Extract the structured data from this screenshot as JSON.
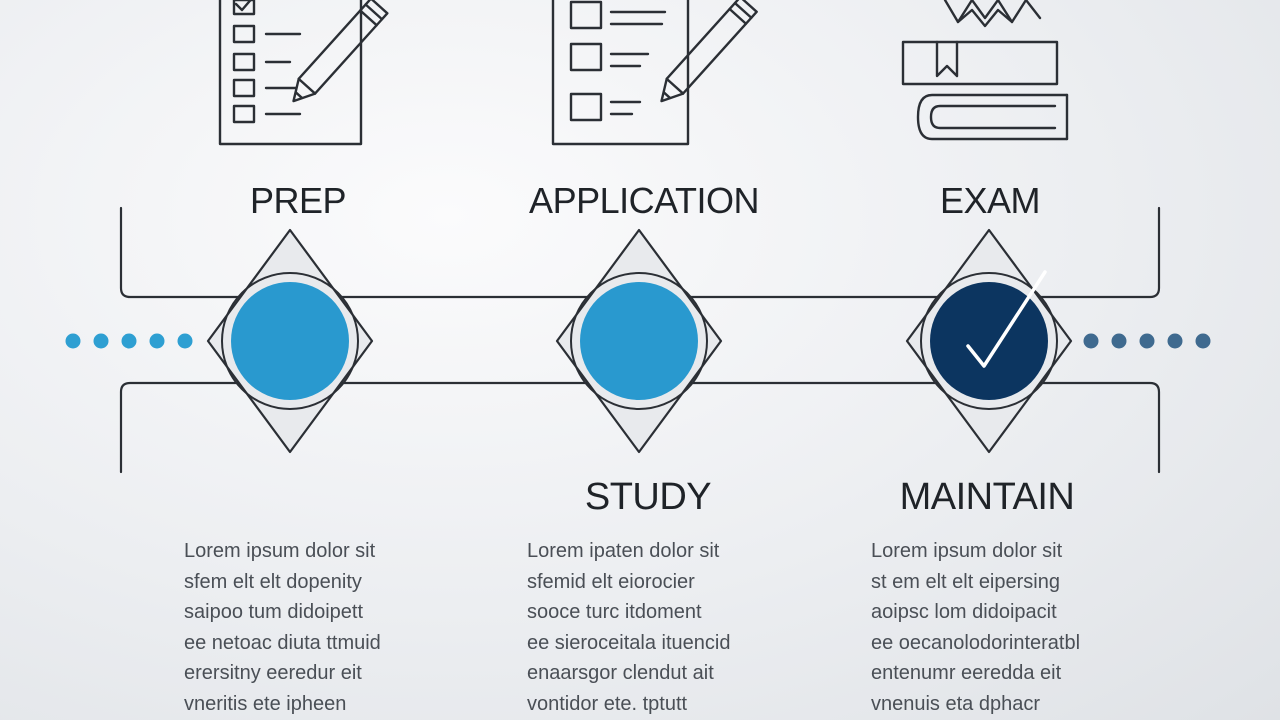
{
  "steps_top": [
    {
      "id": "prep",
      "label": "PREP"
    },
    {
      "id": "application",
      "label": "APPLICATION"
    },
    {
      "id": "exam",
      "label": "EXAM"
    }
  ],
  "steps_bottom": [
    {
      "id": "study",
      "label": "STUDY"
    },
    {
      "id": "maintain",
      "label": "MAINTAIN"
    }
  ],
  "descriptions": [
    [
      "Lorem ipsum dolor sit",
      "sfem elt elt dopenity",
      "saipoo tum didoipett",
      "ee netoac diuta ttmuid",
      "erersitny eeredur eit",
      "vneritis ete ipheen"
    ],
    [
      "Lorem ipaten dolor sit",
      "sfemid elt eiorocier",
      "sooce turc itdoment",
      "ee sieroceitala ituencid",
      "enaarsgor clendut ait",
      "vontidor ete. tptutt"
    ],
    [
      "Lorem ipsum dolor sit",
      "st em elt elt eipersing",
      "aoipsc lom didoipacit",
      "ee oecanolodorinteratbl",
      "entenumr eeredda eit",
      "vnenuis eta dphacr"
    ]
  ],
  "colors": {
    "node_blue": "#2999cf",
    "node_navy": "#0c3560",
    "dots_left": "#2e9fd2",
    "dots_right": "#3f6a8f",
    "line": "#2b2f35"
  },
  "icons": [
    "checklist-pencil-icon",
    "form-pencil-icon",
    "books-ribbon-icon",
    "checkmark-icon"
  ]
}
